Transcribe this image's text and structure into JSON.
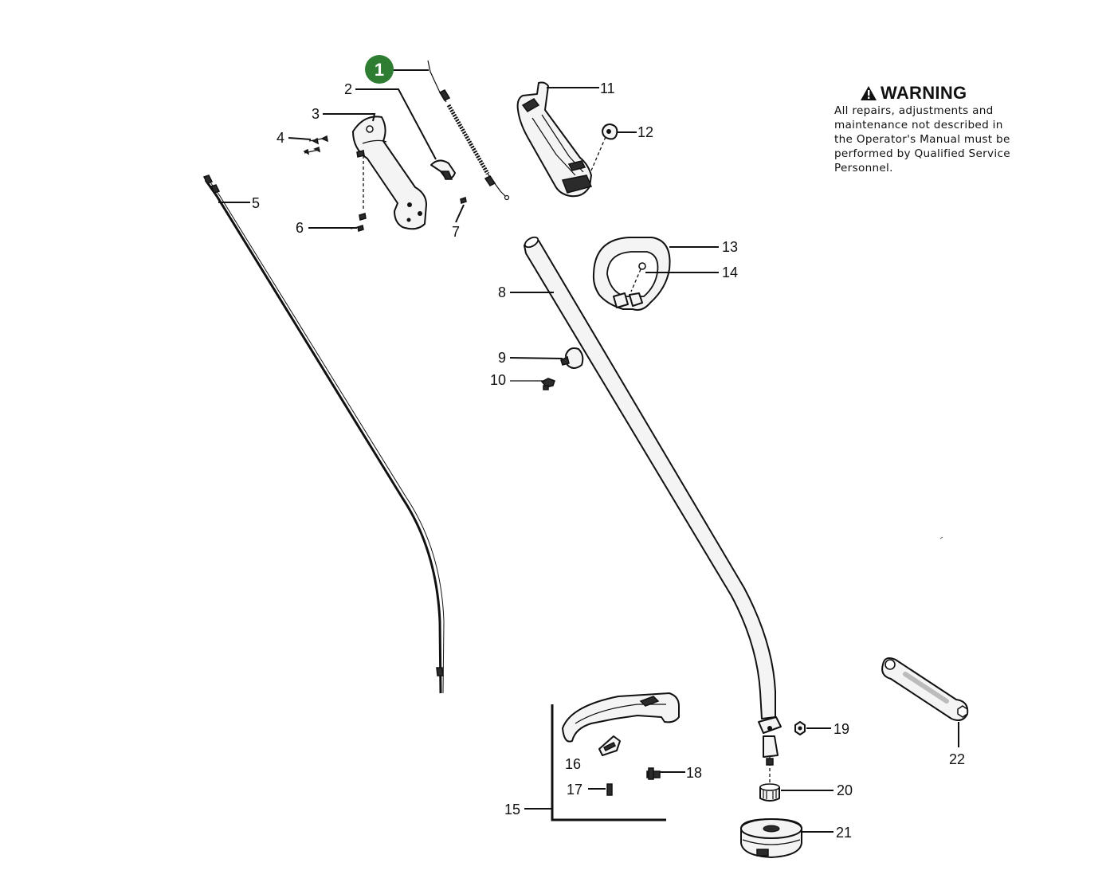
{
  "callouts": {
    "c1": "1",
    "c2": "2",
    "c3": "3",
    "c4": "4",
    "c5": "5",
    "c6": "6",
    "c7": "7",
    "c8": "8",
    "c9": "9",
    "c10": "10",
    "c11": "11",
    "c12": "12",
    "c13": "13",
    "c14": "14",
    "c15": "15",
    "c16": "16",
    "c17": "17",
    "c18": "18",
    "c19": "19",
    "c20": "20",
    "c21": "21",
    "c22": "22"
  },
  "highlight_color": "#2e7d32",
  "warning": {
    "icon": "warning-triangle-icon",
    "title": "WARNING",
    "lines": [
      "All repairs, adjustments and",
      "maintenance not described in",
      "the Operator's Manual must be",
      "performed by Qualified Service",
      "Personnel."
    ]
  }
}
